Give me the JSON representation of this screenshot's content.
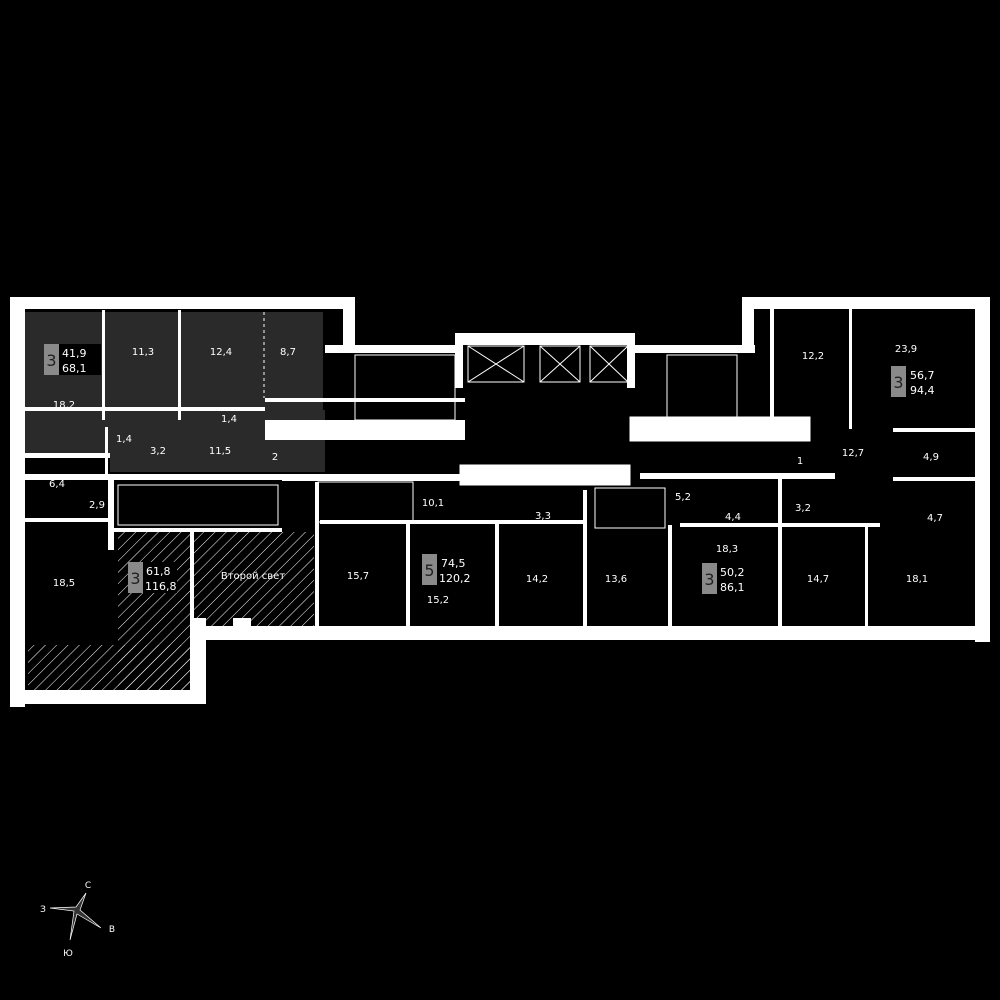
{
  "colors": {
    "background": "#000000",
    "walls": "#ffffff",
    "selected_apartment": "#2a2a2a",
    "badge": "#8a8a8a"
  },
  "apartments": [
    {
      "rooms": "3",
      "living_area": "41,9",
      "total_area": "68,1"
    },
    {
      "rooms": "3",
      "living_area": "61,8",
      "total_area": "116,8"
    },
    {
      "rooms": "5",
      "living_area": "74,5",
      "total_area": "120,2"
    },
    {
      "rooms": "3",
      "living_area": "56,7",
      "total_area": "94,4"
    },
    {
      "rooms": "3",
      "living_area": "50,2",
      "total_area": "86,1"
    }
  ],
  "rooms": [
    "11,3",
    "12,4",
    "8,7",
    "18,2",
    "1,4",
    "1,4",
    "3,2",
    "11,5",
    "2",
    "6,4",
    "2,9",
    "18,5",
    "Второй свет",
    "10,1",
    "3,3",
    "15,7",
    "15,2",
    "14,2",
    "13,6",
    "12,2",
    "23,9",
    "1",
    "12,7",
    "4,9",
    "5,2",
    "4,4",
    "3,2",
    "4,7",
    "18,3",
    "14,7",
    "18,1"
  ],
  "compass": {
    "north": "С",
    "west": "З",
    "east": "В",
    "south": "Ю"
  }
}
